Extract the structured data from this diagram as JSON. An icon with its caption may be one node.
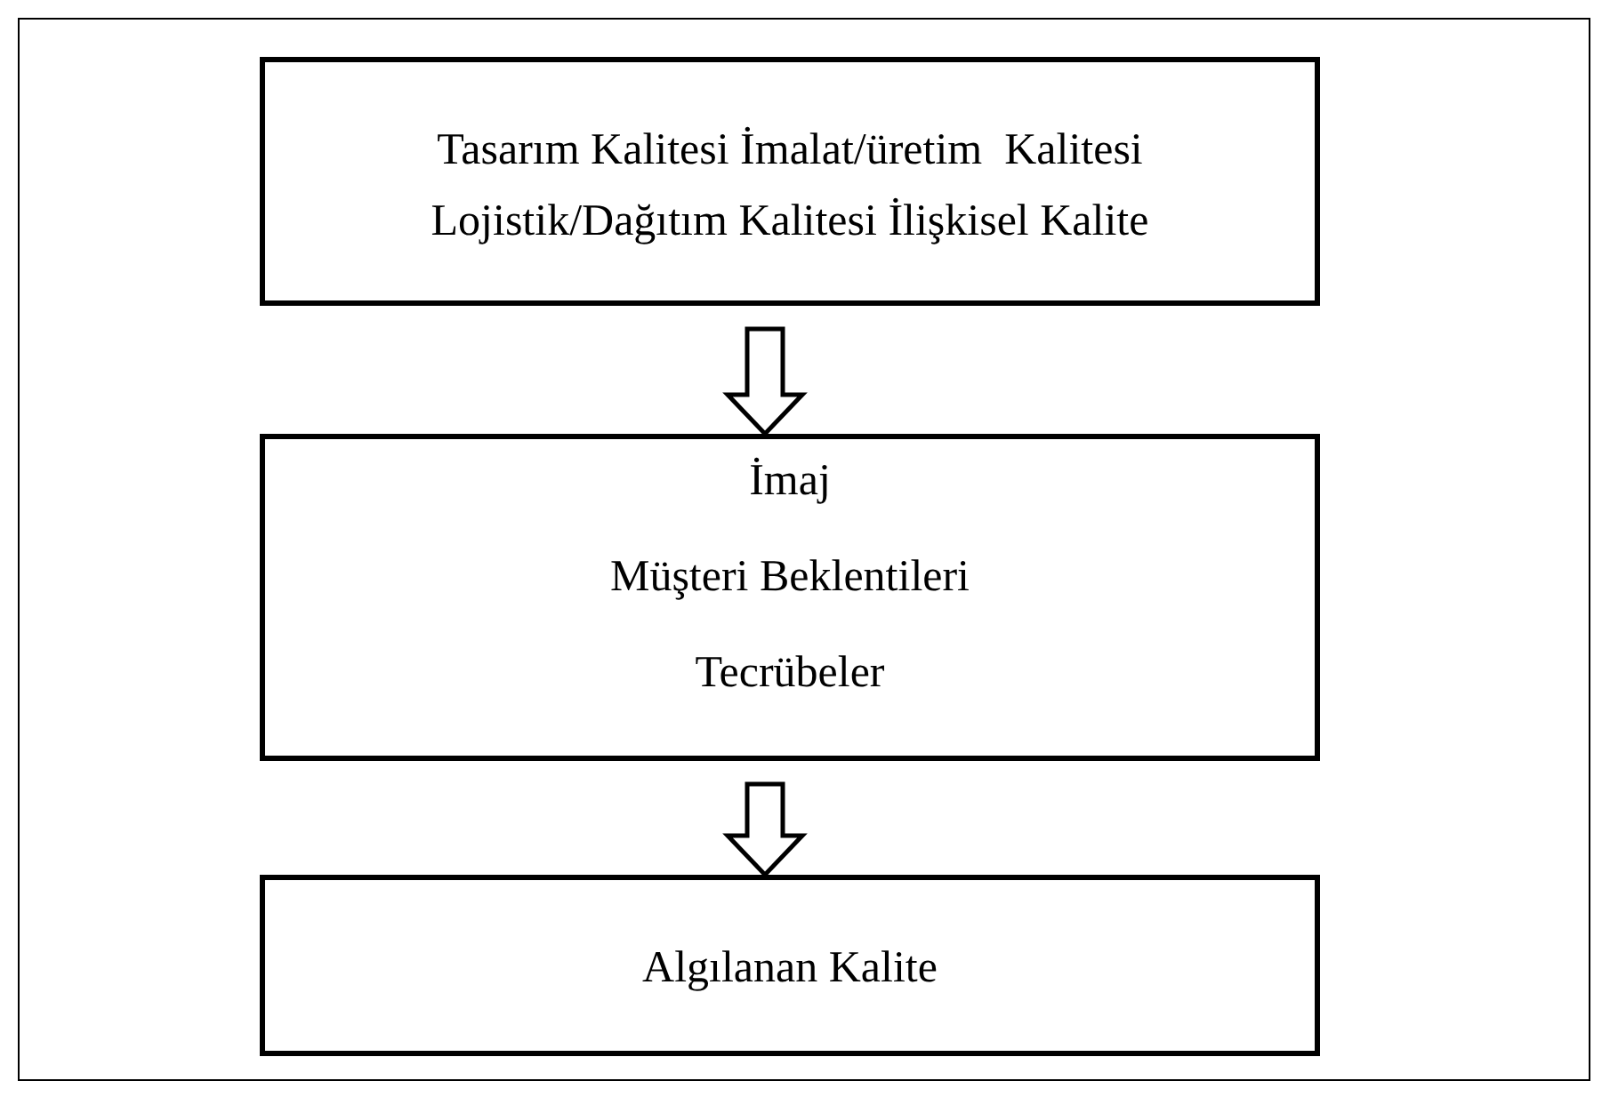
{
  "diagram": {
    "nodes": [
      {
        "text": [
          "Tasarım Kalitesi İmalat/üretim  Kalitesi Lojistik/Dağıtım Kalitesi İlişkisel Kalite"
        ]
      },
      {
        "text": [
          "İmaj",
          "Müşteri Beklentileri",
          "Tecrübeler"
        ]
      },
      {
        "text": [
          "Algılanan Kalite"
        ]
      }
    ],
    "edges": [
      {
        "from": 0,
        "to": 1,
        "arrow": "to"
      },
      {
        "from": 1,
        "to": 2,
        "arrow": "to"
      }
    ]
  }
}
